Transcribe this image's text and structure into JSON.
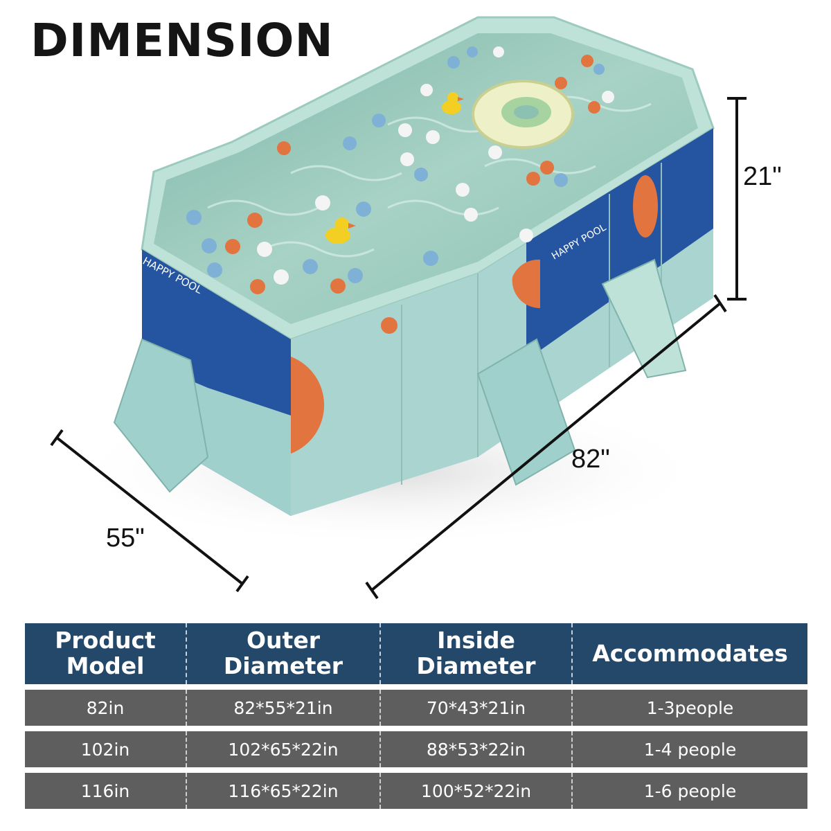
{
  "header": {
    "title": "DIMENSION"
  },
  "product_image": {
    "panel_text": "HAPPY POOL",
    "colors": {
      "panel_blue": "#1f4f96",
      "panel_light": "#a9d4d0",
      "accent_orange": "#e2743f",
      "water": "#9cc9bb"
    }
  },
  "dimensions": {
    "height": "21\"",
    "length": "82\"",
    "width": "55\""
  },
  "spec_table": {
    "headers": [
      [
        "Product",
        "Model"
      ],
      [
        "Outer",
        "Diameter"
      ],
      [
        "Inside",
        "Diameter"
      ],
      [
        "Accommodates"
      ]
    ],
    "rows": [
      [
        "82in",
        "82*55*21in",
        "70*43*21in",
        "1-3people"
      ],
      [
        "102in",
        "102*65*22in",
        "88*53*22in",
        "1-4 people"
      ],
      [
        "116in",
        "116*65*22in",
        "100*52*22in",
        "1-6 people"
      ]
    ]
  }
}
